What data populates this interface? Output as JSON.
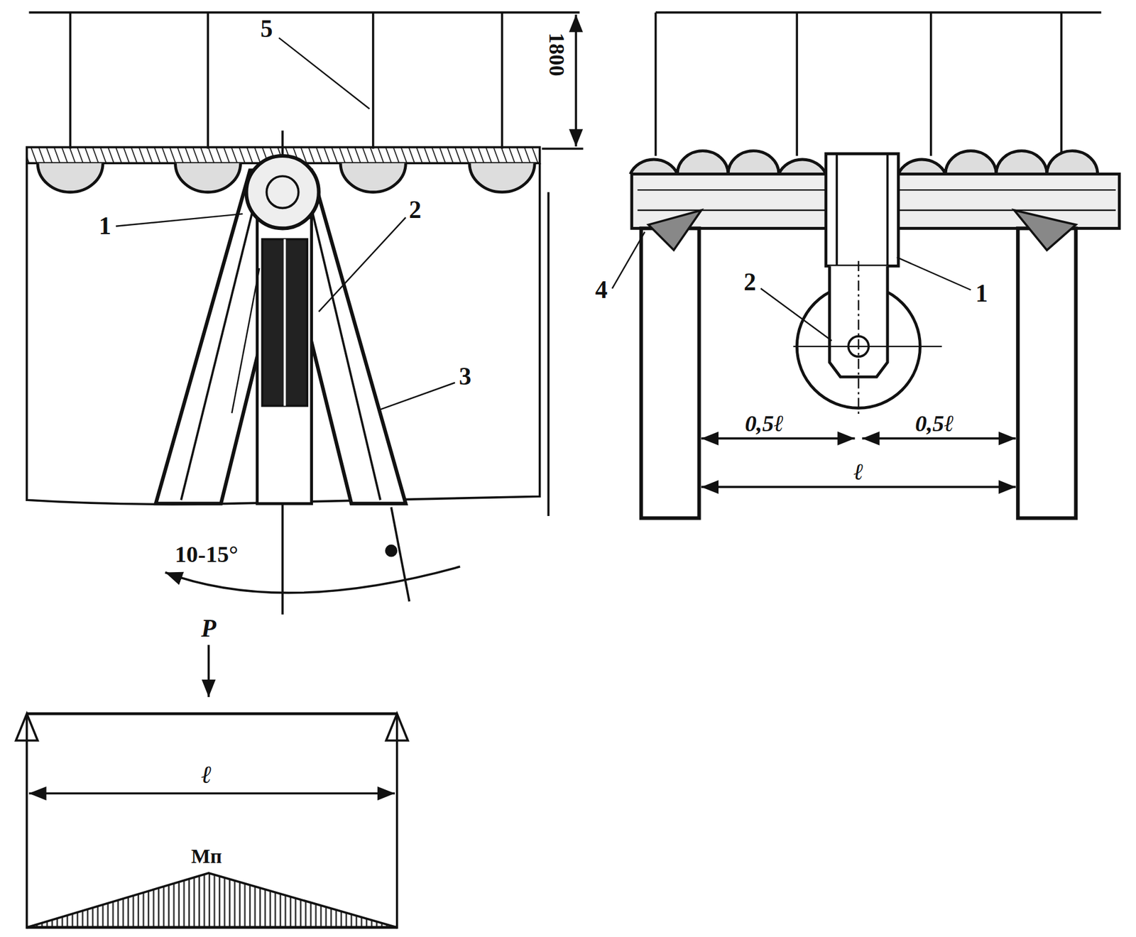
{
  "diagram": {
    "labels": [
      "5",
      "1800",
      "1",
      "2",
      "3",
      "10-15°",
      "4",
      "2",
      "1",
      "0,5ℓ",
      "0,5ℓ",
      "ℓ",
      "P",
      "ℓ",
      "Мп"
    ]
  }
}
